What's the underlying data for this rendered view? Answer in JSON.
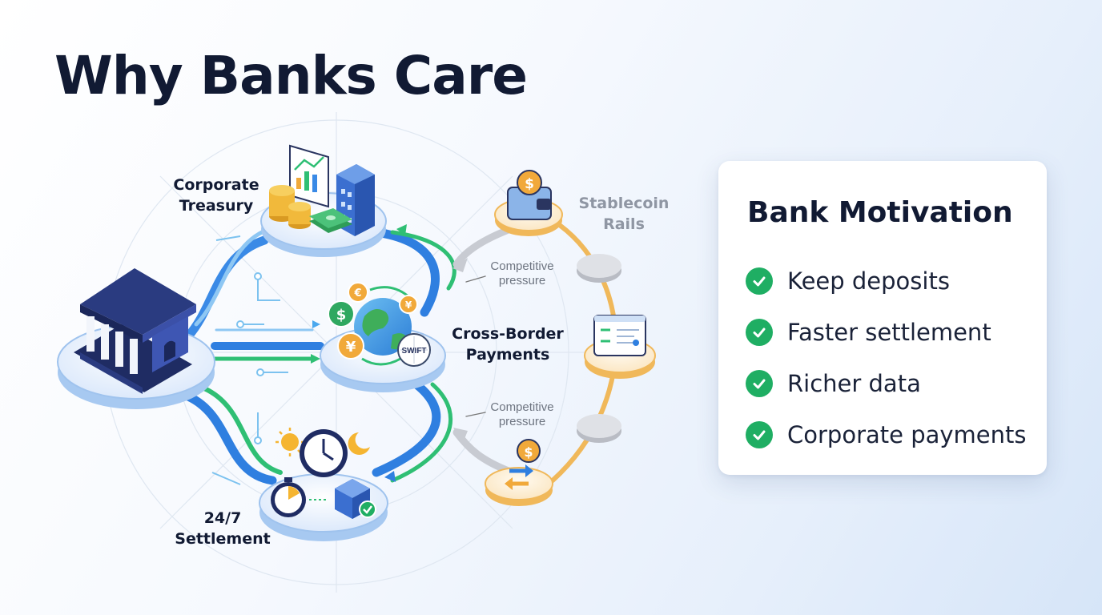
{
  "title": "Why Banks Care",
  "diagram": {
    "nodes": {
      "corporate_treasury": "Corporate\nTreasury",
      "cross_border": "Cross-Border\nPayments",
      "settlement": "24/7\nSettlement",
      "stablecoin_rails": "Stablecoin\nRails"
    },
    "pressure_top": "Competitive\npressure",
    "pressure_bottom": "Competitive\npressure",
    "swift_badge": "SWIFT",
    "currency_symbols": [
      "$",
      "€",
      "¥",
      "¥",
      "$",
      "$"
    ]
  },
  "card": {
    "title": "Bank Motivation",
    "items": [
      {
        "label": "Keep deposits"
      },
      {
        "label": "Faster settlement"
      },
      {
        "label": "Richer data"
      },
      {
        "label": "Corporate payments"
      }
    ]
  },
  "colors": {
    "dark_text": "#111a33",
    "blue_flow": "#2f7fe0",
    "green_flow": "#2fbf74",
    "gold_rail": "#f0b85a",
    "check_green": "#1fae63"
  }
}
